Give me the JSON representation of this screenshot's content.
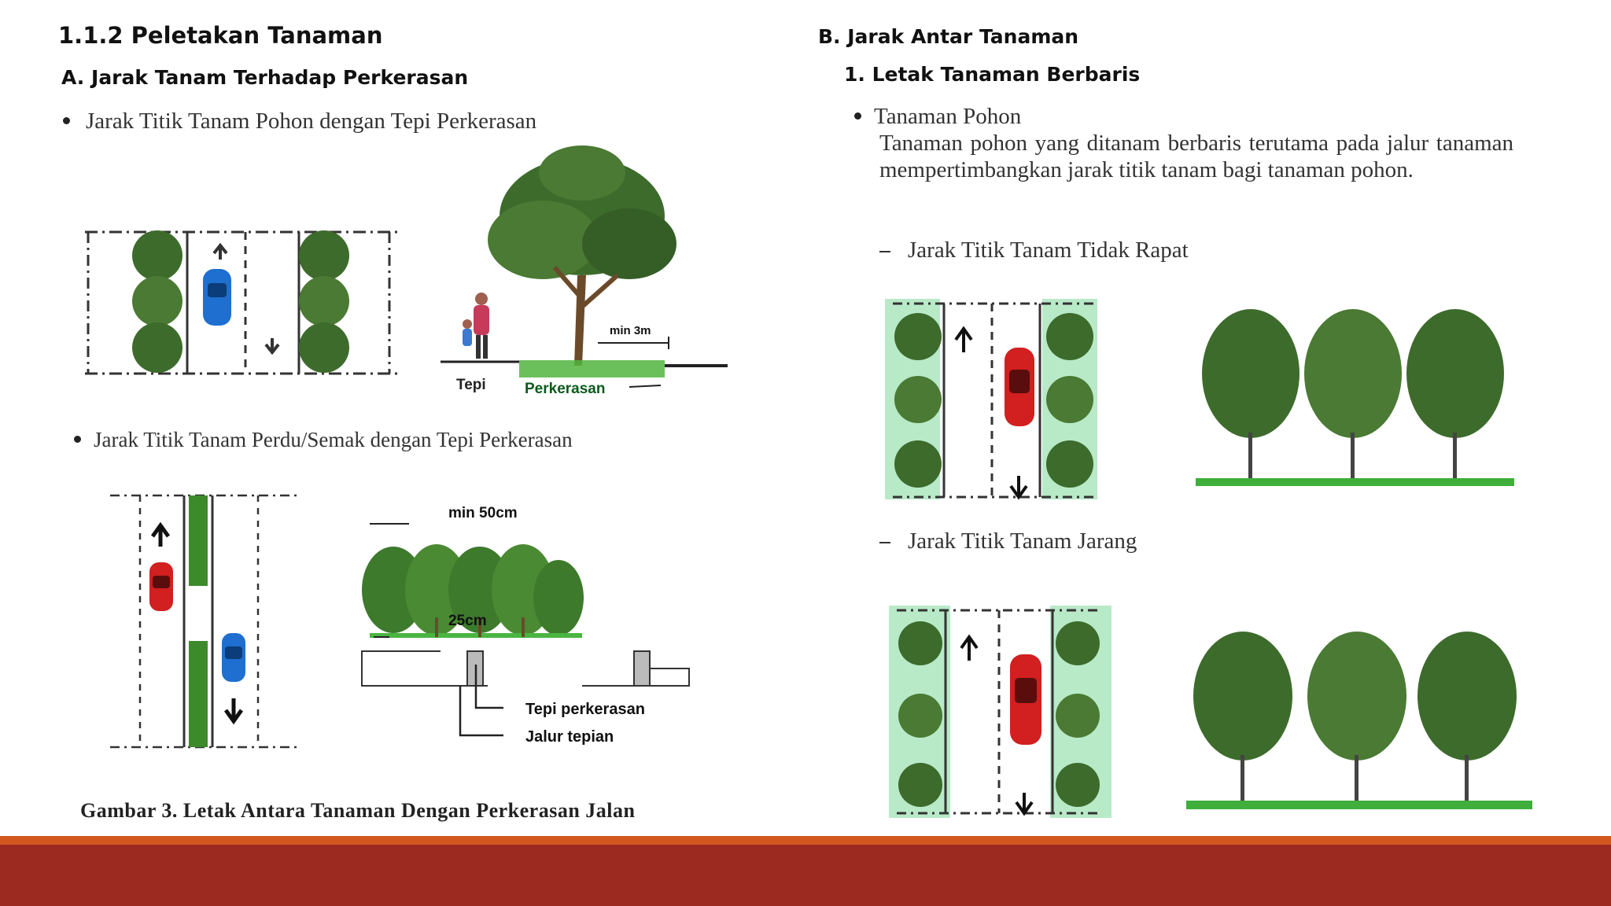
{
  "left": {
    "section_title": "1.1.2 Peletakan Tanaman",
    "subsection_a": "A. Jarak Tanam Terhadap Perkerasan",
    "bullet_1": "Jarak Titik Tanam Pohon dengan Tepi Perkerasan",
    "fig1": {
      "label_min": "min 3m",
      "label_tepi": "Tepi",
      "label_perkerasan": "Perkerasan"
    },
    "bullet_2": "Jarak Titik Tanam Perdu/Semak dengan Tepi Perkerasan",
    "fig2": {
      "label_min": "min  50cm",
      "label_25": "25cm",
      "label_tepi_perkerasan": "Tepi perkerasan",
      "label_jalur_tepian": "Jalur tepian"
    },
    "caption": "Gambar 3. Letak Antara Tanaman Dengan Perkerasan Jalan"
  },
  "right": {
    "subsection_b": "B. Jarak Antar Tanaman",
    "item_1": "1. Letak Tanaman Berbaris",
    "bullet_title": "Tanaman Pohon",
    "paragraph": "Tanaman pohon yang ditanam berbaris terutama pada jalur tanaman mempertimbangkan jarak titik tanam bagi tanaman pohon.",
    "dash_1": "Jarak Titik Tanam Tidak Rapat",
    "dash_2": "Jarak Titik Tanam Jarang"
  },
  "colors": {
    "footer_line": "#d4571f",
    "footer_bar": "#9c2a20",
    "foliage": "#3d6b2c",
    "car_red": "#d21f1f",
    "car_blue": "#1e6fd0"
  }
}
